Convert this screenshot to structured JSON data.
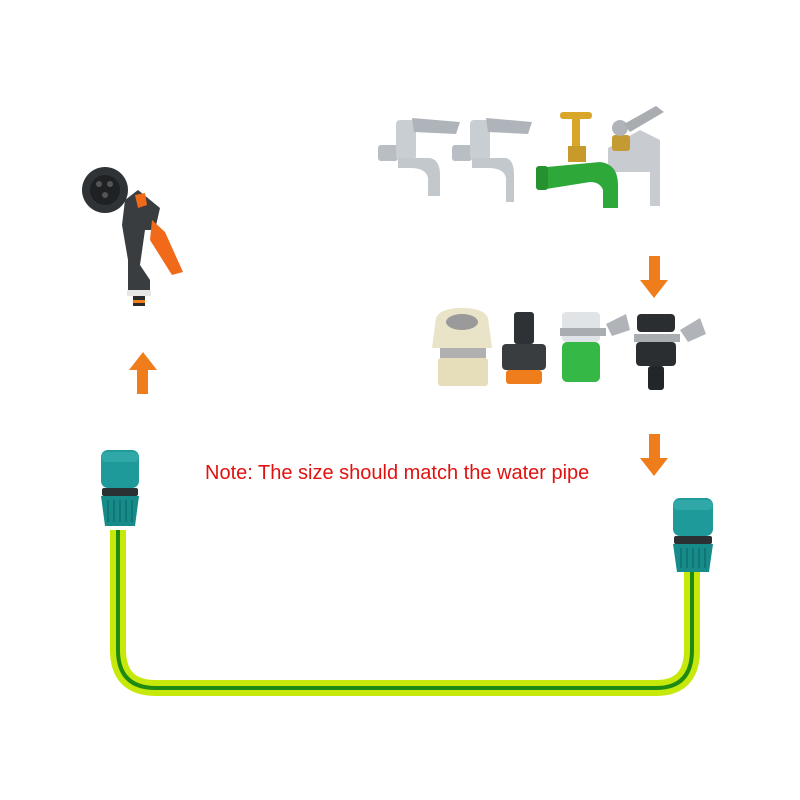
{
  "note": {
    "text": "Note: The size should match the water pipe",
    "color": "#e0120f"
  },
  "colors": {
    "arrow": "#f07d1c",
    "hose_outer": "#c6e80a",
    "hose_stripe": "#1f8a12",
    "connector": "#1f9a9a",
    "connector_dark": "#2b3033"
  },
  "items": {
    "spray_gun": {
      "name": "spray-gun"
    },
    "faucets": [
      {
        "name": "chrome-faucet-1"
      },
      {
        "name": "chrome-faucet-2"
      },
      {
        "name": "green-brass-faucet"
      },
      {
        "name": "galvanized-faucet"
      }
    ],
    "adapters": [
      {
        "name": "beige-tap-adapter"
      },
      {
        "name": "black-orange-tap-adapter"
      },
      {
        "name": "green-clamp-adapter"
      },
      {
        "name": "black-clamp-adapter"
      }
    ],
    "hose": {
      "name": "garden-hose-with-quick-connectors"
    }
  },
  "arrows": [
    {
      "name": "arrow-up-to-spray-gun",
      "direction": "up"
    },
    {
      "name": "arrow-down-to-adapters",
      "direction": "down"
    },
    {
      "name": "arrow-down-to-hose",
      "direction": "down"
    }
  ]
}
